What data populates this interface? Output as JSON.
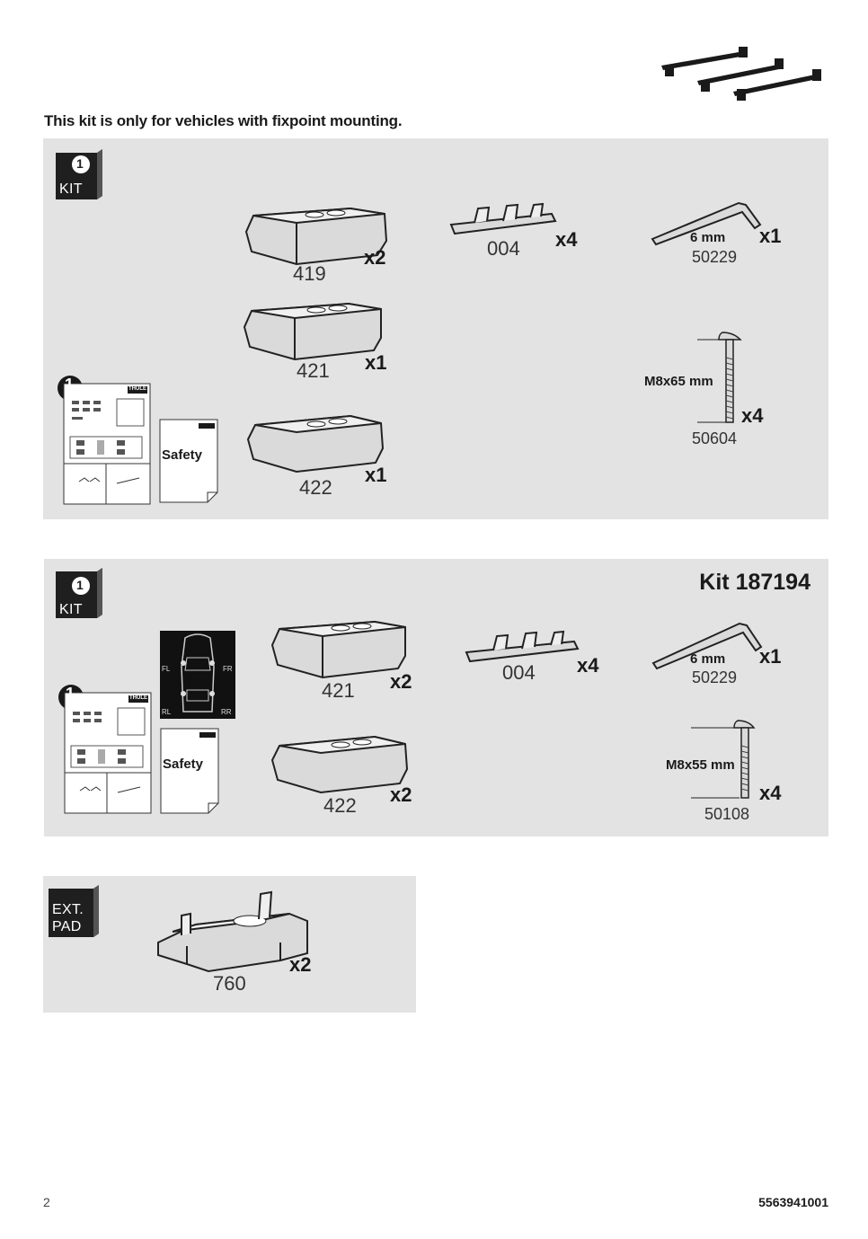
{
  "intro": "This kit is only for vehicles with fixpoint mounting.",
  "kit1": {
    "badge_number": "1",
    "badge_label": "KIT",
    "step_number": "1",
    "manual_brand": "THULE",
    "safety_label": "Safety",
    "parts": [
      {
        "part": "419",
        "qty": "x2"
      },
      {
        "part": "421",
        "qty": "x1"
      },
      {
        "part": "422",
        "qty": "x1"
      },
      {
        "part": "004",
        "qty": "x4"
      }
    ],
    "key": {
      "size": "6 mm",
      "qty": "x1",
      "part": "50229"
    },
    "bolt": {
      "size": "M8x65 mm",
      "qty": "x4",
      "part": "50604"
    }
  },
  "kit2": {
    "title": "Kit 187194",
    "badge_number": "1",
    "badge_label": "KIT",
    "step_number": "1",
    "manual_brand": "THULE",
    "safety_label": "Safety",
    "car_labels": {
      "fl": "FL",
      "fr": "FR",
      "rl": "RL",
      "rr": "RR"
    },
    "parts": [
      {
        "part": "421",
        "qty": "x2"
      },
      {
        "part": "422",
        "qty": "x2"
      },
      {
        "part": "004",
        "qty": "x4"
      }
    ],
    "key": {
      "size": "6 mm",
      "qty": "x1",
      "part": "50229"
    },
    "bolt": {
      "size": "M8x55 mm",
      "qty": "x4",
      "part": "50108"
    }
  },
  "ext": {
    "badge_label_1": "EXT.",
    "badge_label_2": "PAD",
    "part": "760",
    "qty": "x2"
  },
  "footer": {
    "page": "2",
    "doc_number": "5563941001"
  },
  "icons": [
    "roof-bars-icon",
    "foot-pad-icon",
    "clip-icon",
    "allen-key-icon",
    "bolt-icon",
    "manual-icon",
    "safety-sheet-icon",
    "car-diagram-icon",
    "ext-pad-icon"
  ]
}
